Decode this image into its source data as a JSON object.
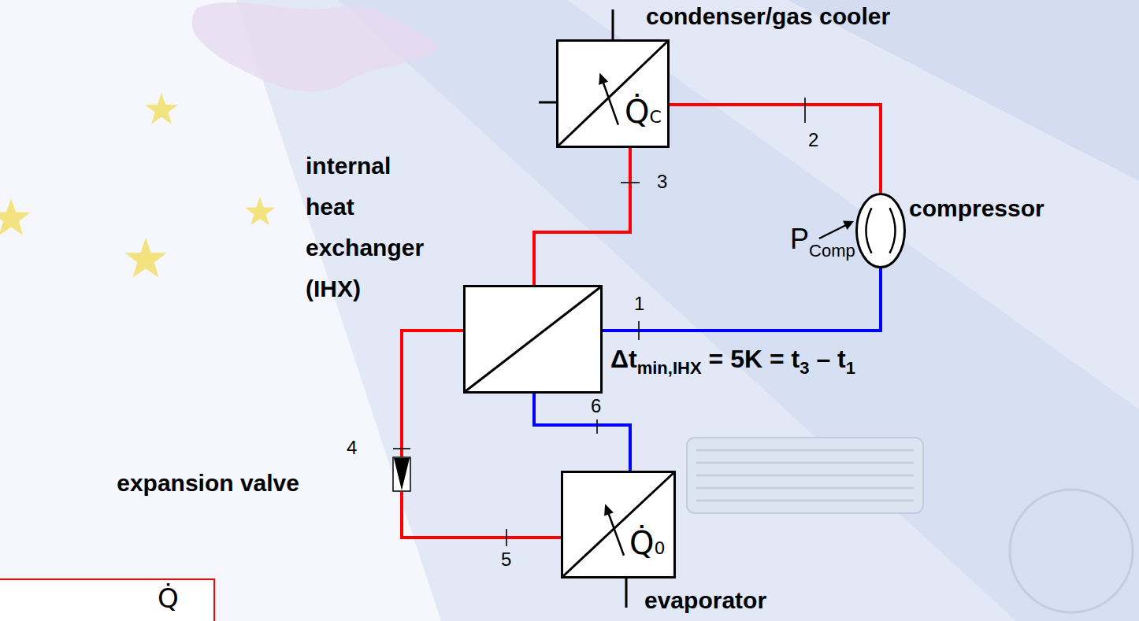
{
  "diagram": {
    "nodes": [
      {
        "text": [
          "condenser/gas cooler",
          "Q̇C"
        ]
      },
      {
        "text": [
          "compressor"
        ]
      },
      {
        "text": [
          "internal heat exchanger (IHX)"
        ]
      },
      {
        "text": [
          "expansion valve"
        ]
      },
      {
        "text": [
          "Q̇0",
          "evaporator"
        ]
      }
    ],
    "edges": [
      {
        "from": 1,
        "to": 0,
        "arrow": "none",
        "label": "2"
      },
      {
        "from": 0,
        "to": 2,
        "arrow": "none",
        "label": "3"
      },
      {
        "from": 2,
        "to": 3,
        "arrow": "none",
        "label": "4"
      },
      {
        "from": 3,
        "to": 4,
        "arrow": "none",
        "label": "5"
      },
      {
        "from": 4,
        "to": 2,
        "arrow": "none",
        "label": "6"
      },
      {
        "from": 2,
        "to": 1,
        "arrow": "none",
        "label": "1"
      }
    ],
    "labels": [
      "Δt",
      "min,IHX",
      "= 5K = t",
      "3",
      "– t",
      "1",
      "P",
      "Comp",
      "Q̇"
    ]
  }
}
